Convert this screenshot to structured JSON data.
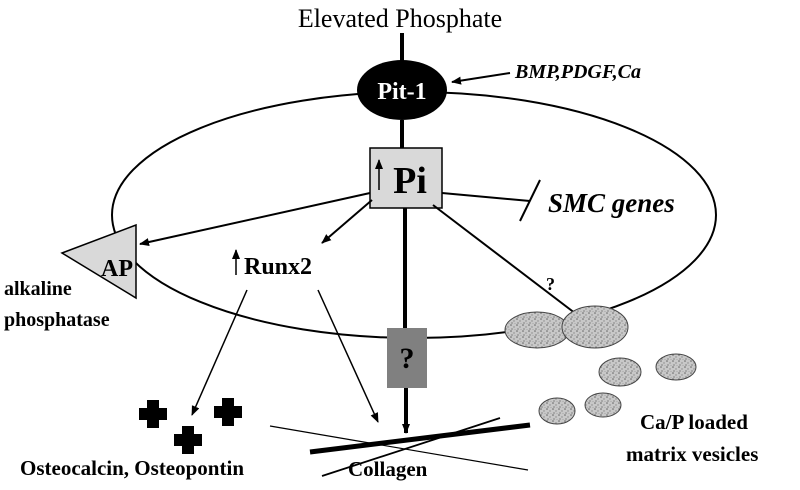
{
  "title": "Elevated Phosphate",
  "transporter": "Pit-1",
  "stimuli": "BMP,PDGF,Ca",
  "pi_label": "Pi",
  "smc_genes": "SMC genes",
  "ap_label": "AP",
  "ap_name_line1": "alkaline",
  "ap_name_line2": "phosphatase",
  "runx2": "Runx2",
  "unknown_box": "?",
  "vesicle_question": "?",
  "osteo_label": "Osteocalcin, Osteopontin",
  "collagen_label": "Collagen",
  "vesicle_label_line1": "Ca/P loaded",
  "vesicle_label_line2": "matrix vesicles",
  "colors": {
    "black": "#000000",
    "box_gray": "#d9d9d9",
    "dark_box": "#808080",
    "vesicle_gray": "#bfbfbf"
  }
}
